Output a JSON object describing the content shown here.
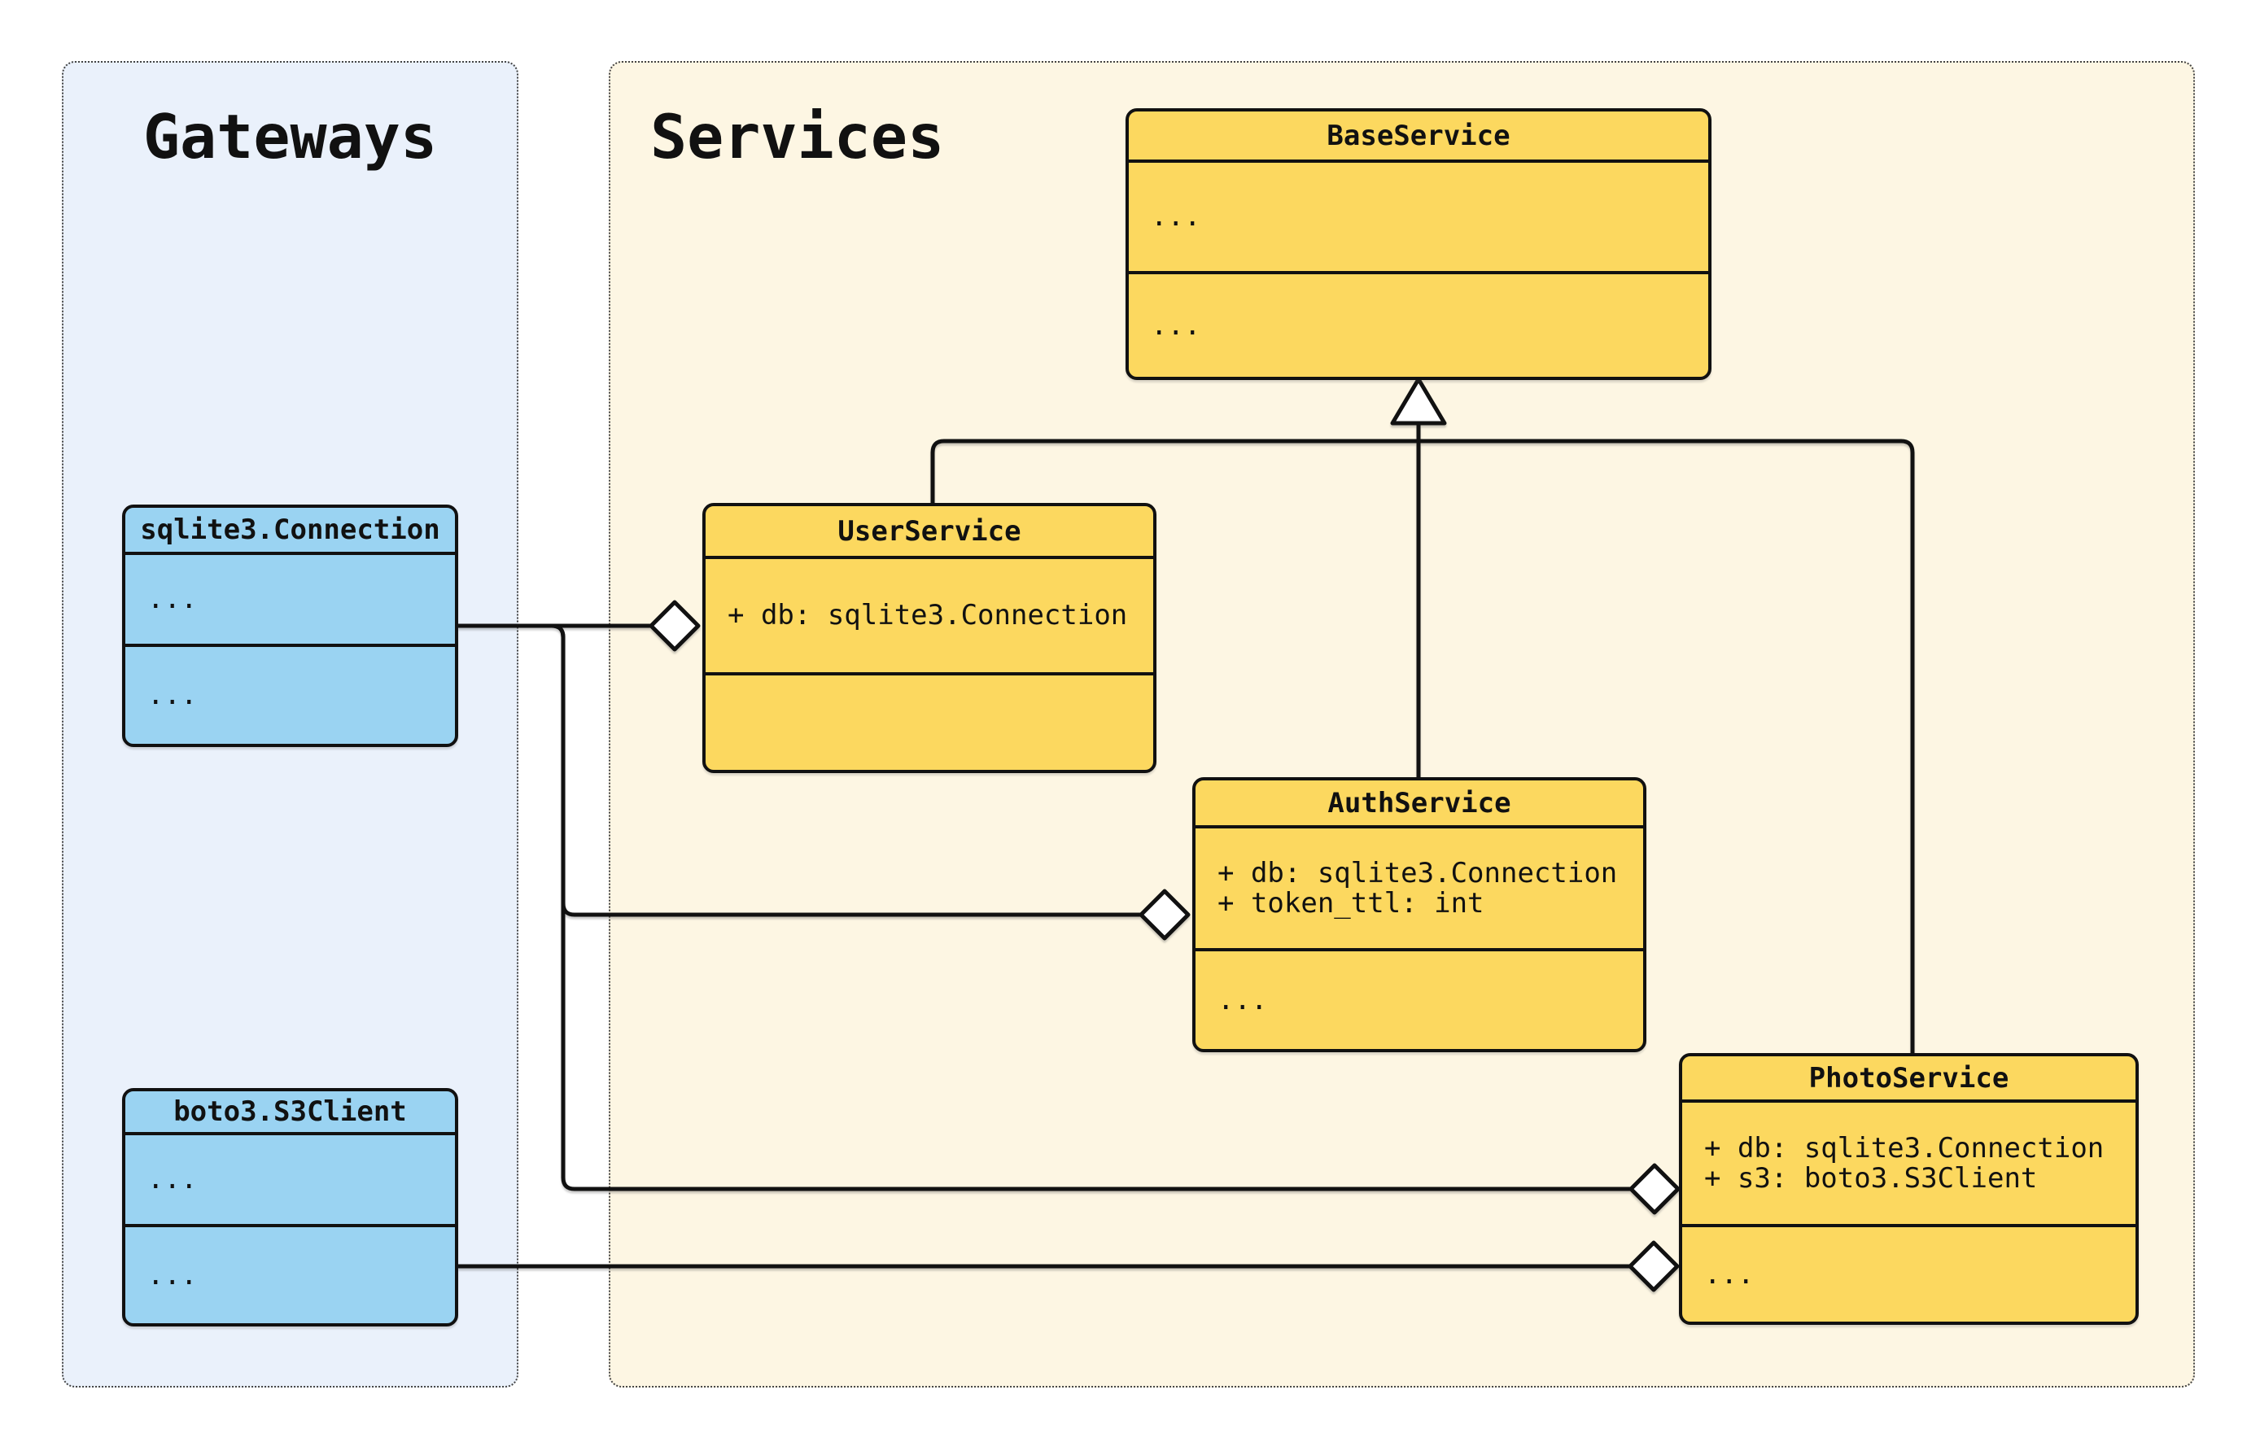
{
  "diagram": {
    "groups": {
      "gateways": {
        "title": "Gateways"
      },
      "services": {
        "title": "Services"
      }
    },
    "classes": {
      "base_service": {
        "title": "BaseService",
        "attributes": [
          "..."
        ],
        "methods": [
          "..."
        ]
      },
      "user_service": {
        "title": "UserService",
        "attributes": [
          "+ db: sqlite3.Connection"
        ],
        "methods": []
      },
      "auth_service": {
        "title": "AuthService",
        "attributes": [
          "+ db: sqlite3.Connection",
          "+ token_ttl: int"
        ],
        "methods": [
          "..."
        ]
      },
      "photo_service": {
        "title": "PhotoService",
        "attributes": [
          "+ db: sqlite3.Connection",
          "+ s3: boto3.S3Client"
        ],
        "methods": [
          "..."
        ]
      },
      "sqlite_connection": {
        "title": "sqlite3.Connection",
        "attributes": [
          "..."
        ],
        "methods": [
          "..."
        ]
      },
      "boto3_s3client": {
        "title": "boto3.S3Client",
        "attributes": [
          "..."
        ],
        "methods": [
          "..."
        ]
      }
    },
    "relationships": {
      "inheritance": [
        {
          "parent": "BaseService",
          "children": [
            "UserService",
            "AuthService",
            "PhotoService"
          ]
        }
      ],
      "aggregation": [
        {
          "from": "sqlite3.Connection",
          "to": "UserService"
        },
        {
          "from": "sqlite3.Connection",
          "to": "AuthService"
        },
        {
          "from": "sqlite3.Connection",
          "to": "PhotoService"
        },
        {
          "from": "boto3.S3Client",
          "to": "PhotoService"
        }
      ]
    },
    "colors": {
      "service_fill": "#fcd85f",
      "gateway_fill": "#9ad3f2",
      "services_panel_bg": "#fdf6e3",
      "gateways_panel_bg": "#eaf1fb",
      "ink": "#111111"
    }
  }
}
